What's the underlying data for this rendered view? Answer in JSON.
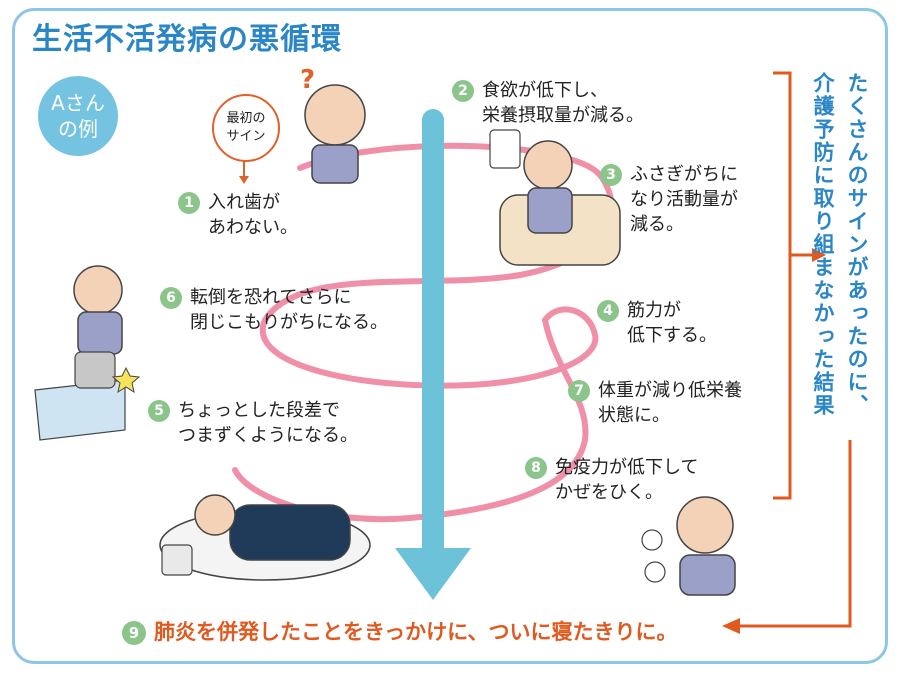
{
  "title": "生活不活発病の悪循環",
  "badge": {
    "line1": "Aさん",
    "line2": "の例"
  },
  "first_sign": {
    "line1": "最初の",
    "line2": "サイン"
  },
  "steps": [
    {
      "num": "1",
      "line1": "入れ歯が",
      "line2": "あわない。"
    },
    {
      "num": "2",
      "line1": "食欲が低下し、",
      "line2": "栄養摂取量が減る。"
    },
    {
      "num": "3",
      "line1": "ふさぎがちに",
      "line2": "なり活動量が",
      "line3": "減る。"
    },
    {
      "num": "4",
      "line1": "筋力が",
      "line2": "低下する。"
    },
    {
      "num": "5",
      "line1": "ちょっとした段差で",
      "line2": "つまずくようになる。"
    },
    {
      "num": "6",
      "line1": "転倒を恐れてさらに",
      "line2": "閉じこもりがちになる。"
    },
    {
      "num": "7",
      "line1": "体重が減り低栄養",
      "line2": "状態に。"
    },
    {
      "num": "8",
      "line1": "免疫力が低下して",
      "line2": "かぜをひく。"
    }
  ],
  "side_note": {
    "col1": "たくさんのサインがあったのに、",
    "col2": "介護予防に取り組まなかった結果"
  },
  "result": {
    "num": "9",
    "text": "肺炎を併発したことをきっかけに、ついに寝たきりに。"
  },
  "colors": {
    "accent_blue": "#2b86c5",
    "arrow_blue": "#6cc2d8",
    "spiral_pink": "#f08fa8",
    "orange": "#e05a20"
  }
}
